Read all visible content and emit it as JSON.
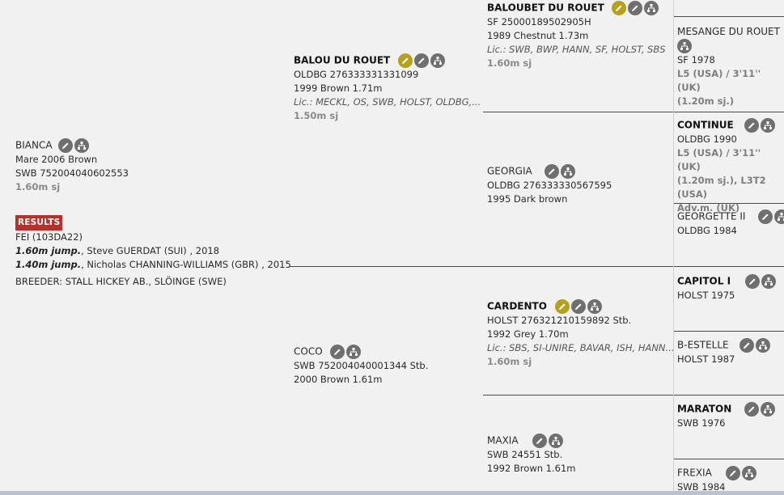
{
  "subject": {
    "name": "BIANCA",
    "line1": "Mare 2006 Brown",
    "line2": "SWB 752004040602553",
    "discipline": "1.60m sj",
    "results_label": "RESULTS",
    "fei_id": "FEI (103DA22)",
    "results": [
      {
        "level": "1.60m jump.",
        "rest": ", Steve GUERDAT (SUI) , 2018"
      },
      {
        "level": "1.40m jump.",
        "rest": ", Nicholas CHANNING-WILLIAMS (GBR) , 2015"
      }
    ],
    "breeder": "BREEDER: STALL HICKEY AB., SLÖINGE (SWE)"
  },
  "sire": {
    "name": "BALOU DU ROUET",
    "reg": "OLDBG 276333331331099",
    "info": "1999 Brown 1.71m",
    "lic": "Lic.: MECKL, OS, SWB, HOLST, OLDBG,...",
    "discipline": "1.50m sj"
  },
  "dam": {
    "name": "COCO",
    "reg": "SWB 752004040001344 Stb.",
    "info": "2000 Brown 1.61m"
  },
  "ss": {
    "name": "BALOUBET DU ROUET",
    "reg": "SF 25000189502905H",
    "info": "1989 Chestnut 1.73m",
    "lic": "Lic.: SWB, BWP, HANN, SF, HOLST, SBS",
    "discipline": "1.60m sj"
  },
  "sd": {
    "name": "GEORGIA",
    "reg": "OLDBG 276333330567595",
    "info": "1995 Dark brown"
  },
  "ds": {
    "name": "CARDENTO",
    "reg": "HOLST 276321210159892 Stb.",
    "info": "1992 Grey 1.70m",
    "lic": "Lic.: SBS, SI-UNIRE, BAVAR, ISH, HANN...",
    "discipline": "1.60m sj"
  },
  "dd": {
    "name": "MAXIA",
    "reg": "SWB 24551 Stb.",
    "info": "1992 Brown 1.61m"
  },
  "gen3": {
    "ssd": {
      "name": "MESANGE DU ROUET",
      "reg": "SF 1978",
      "r1": "L5 (USA) / 3'11'' (UK)",
      "r2": "(1.20m sj.)"
    },
    "sds": {
      "name": "CONTINUE",
      "reg": "OLDBG 1990",
      "r1": "L5 (USA) / 3'11'' (UK)",
      "r2": "(1.20m sj.), L3T2 (USA)",
      "r3": "Adv.m. (UK)"
    },
    "sdd": {
      "name": "GEORGETTE II",
      "reg": "OLDBG 1984"
    },
    "dss": {
      "name": "CAPITOL I",
      "reg": "HOLST 1975"
    },
    "dsd": {
      "name": "B-ESTELLE",
      "reg": "HOLST 1987"
    },
    "dds": {
      "name": "MARATON",
      "reg": "SWB 1976"
    },
    "ddd": {
      "name": "FREXIA",
      "reg": "SWB 1984"
    }
  }
}
